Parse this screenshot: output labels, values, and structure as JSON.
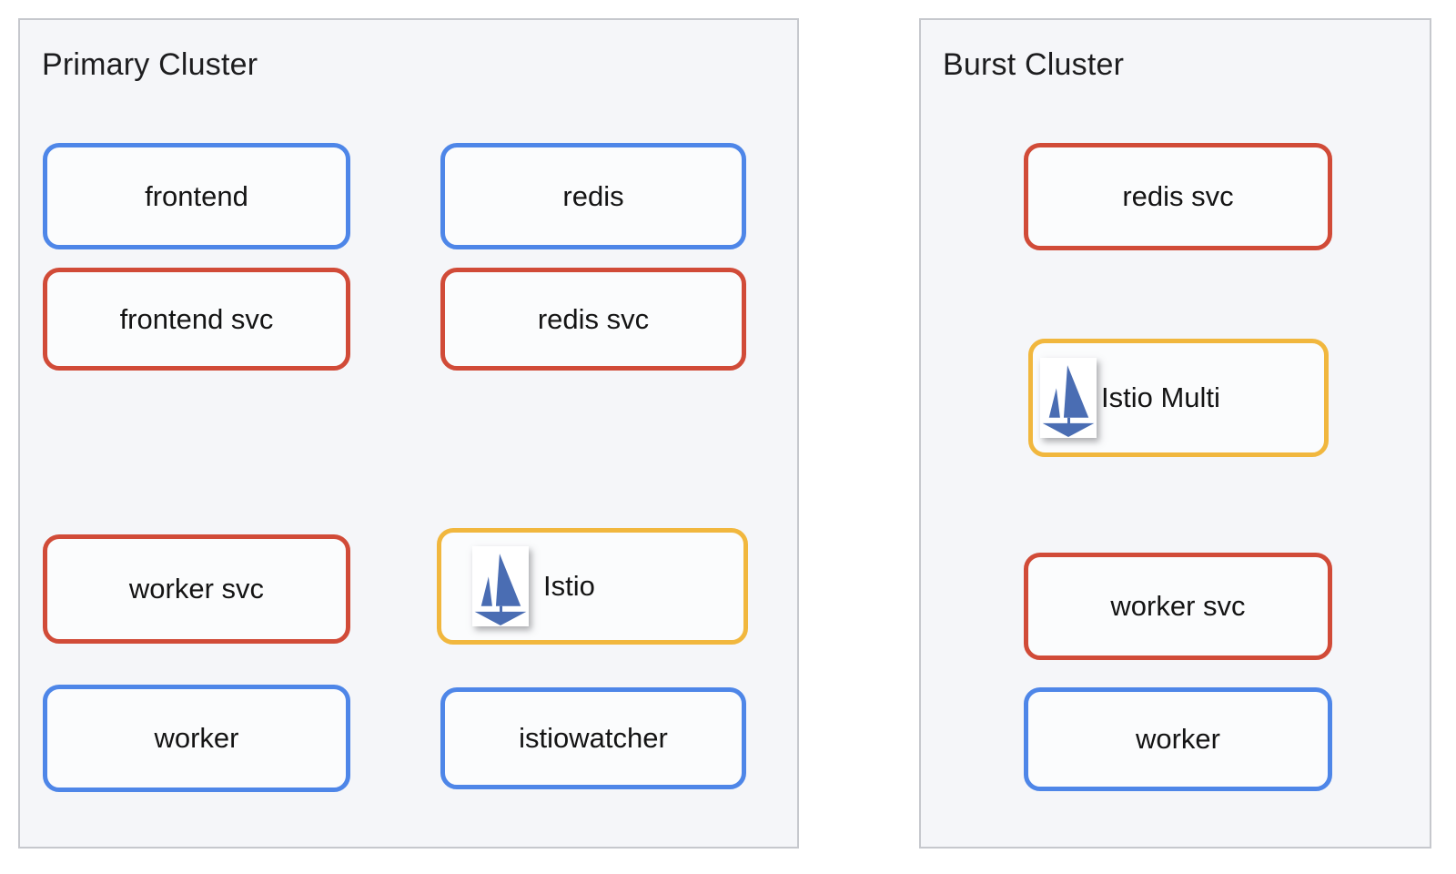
{
  "colors": {
    "node_border_blue": "#4e86e8",
    "node_border_red": "#d14b38",
    "node_border_yellow": "#f1b73e",
    "istio_logo_blue": "#4a6db3",
    "panel_background": "#f5f6f9",
    "panel_border": "#c6c8cd",
    "node_background": "#fbfcfd",
    "text": "#141414"
  },
  "clusters": [
    {
      "title": "Primary Cluster",
      "nodes": [
        {
          "label": "frontend",
          "color": "blue"
        },
        {
          "label": "redis",
          "color": "blue"
        },
        {
          "label": "frontend svc",
          "color": "red"
        },
        {
          "label": "redis svc",
          "color": "red"
        },
        {
          "label": "worker svc",
          "color": "red"
        },
        {
          "label": "Istio",
          "color": "yellow",
          "icon": "istio-sailboat"
        },
        {
          "label": "worker",
          "color": "blue"
        },
        {
          "label": "istiowatcher",
          "color": "blue"
        }
      ]
    },
    {
      "title": "Burst Cluster",
      "nodes": [
        {
          "label": "redis svc",
          "color": "red"
        },
        {
          "label": "Istio Multi",
          "color": "yellow",
          "icon": "istio-sailboat"
        },
        {
          "label": "worker svc",
          "color": "red"
        },
        {
          "label": "worker",
          "color": "blue"
        }
      ]
    }
  ]
}
